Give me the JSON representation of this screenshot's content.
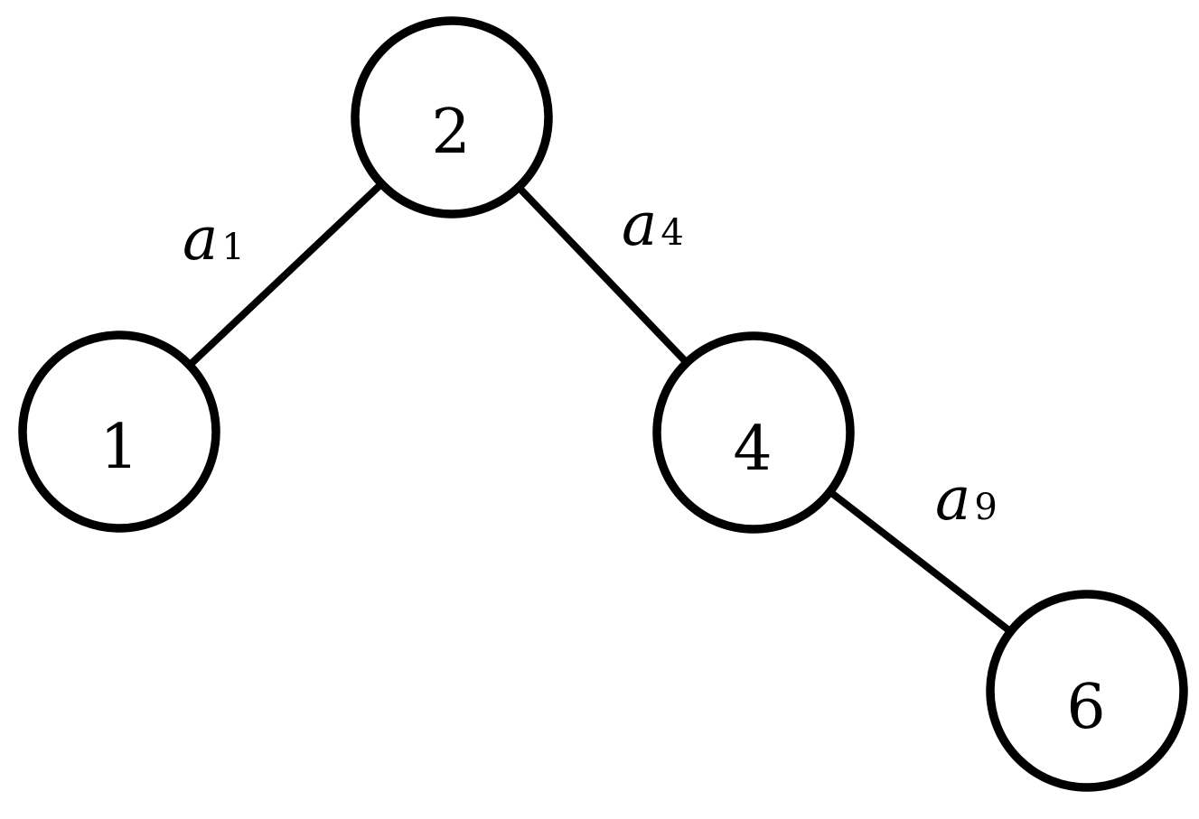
{
  "figure": {
    "type": "undirected-graph",
    "background_color": "#ffffff",
    "ink_color": "#000000",
    "nodes": [
      {
        "id": "2",
        "label": "2"
      },
      {
        "id": "1",
        "label": "1"
      },
      {
        "id": "4",
        "label": "4"
      },
      {
        "id": "6",
        "label": "6"
      }
    ],
    "edges": [
      {
        "from": "2",
        "to": "1",
        "label_base": "a",
        "label_sub": "1"
      },
      {
        "from": "2",
        "to": "4",
        "label_base": "a",
        "label_sub": "4"
      },
      {
        "from": "4",
        "to": "6",
        "label_base": "a",
        "label_sub": "9"
      }
    ]
  }
}
